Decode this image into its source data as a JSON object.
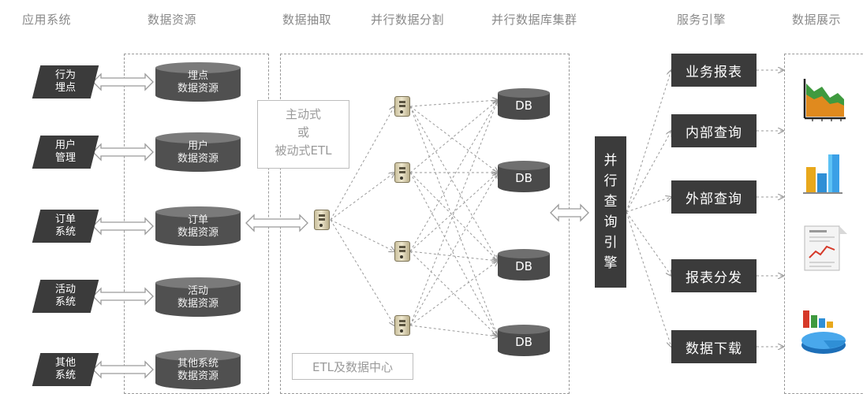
{
  "headers": {
    "apps": "应用系统",
    "sources": "数据资源",
    "extract": "数据抽取",
    "split": "并行数据分割",
    "cluster": "并行数据库集群",
    "engine": "服务引擎",
    "display": "数据展示"
  },
  "apps": [
    {
      "label": "行为\n埋点"
    },
    {
      "label": "用户\n管理"
    },
    {
      "label": "订单\n系统"
    },
    {
      "label": "活动\n系统"
    },
    {
      "label": "其他\n系统"
    }
  ],
  "sources": [
    {
      "label": "埋点\n数据资源"
    },
    {
      "label": "用户\n数据资源"
    },
    {
      "label": "订单\n数据资源"
    },
    {
      "label": "活动\n数据资源"
    },
    {
      "label": "其他系统\n数据资源"
    }
  ],
  "etl_box": "主动式\n或\n被动式ETL",
  "center_label": "ETL及数据中心",
  "db_label": "DB",
  "engine_label": "并\n行\n查\n询\n引\n擎",
  "services": [
    {
      "label": "业务报表"
    },
    {
      "label": "内部查询"
    },
    {
      "label": "外部查询"
    },
    {
      "label": "报表分发"
    },
    {
      "label": "数据下载"
    }
  ],
  "display_icons": [
    "area-chart-icon",
    "bar-chart-icon",
    "report-document-icon",
    "pie-chart-3d-icon"
  ],
  "colors": {
    "dark_box": "#3b3b3b",
    "arrow": "#9a9a9a",
    "dashed_border": "#9a9a9a"
  }
}
